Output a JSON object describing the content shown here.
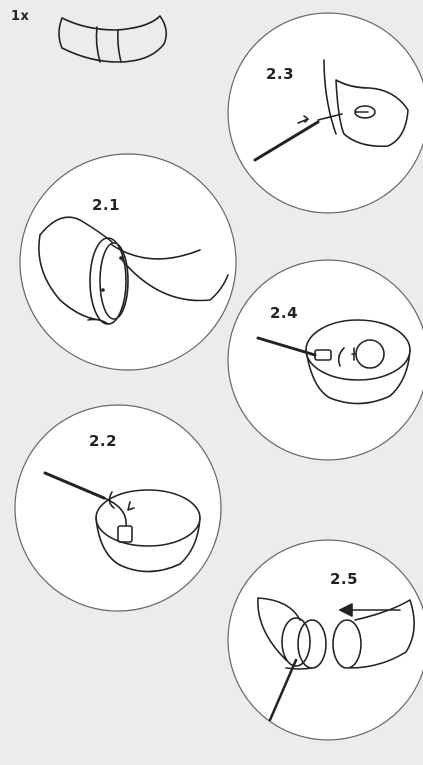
{
  "quantity_label": "1x",
  "steps": [
    {
      "id": "2.1",
      "label": "2.1"
    },
    {
      "id": "2.2",
      "label": "2.2"
    },
    {
      "id": "2.3",
      "label": "2.3"
    },
    {
      "id": "2.4",
      "label": "2.4"
    },
    {
      "id": "2.5",
      "label": "2.5"
    }
  ],
  "colors": {
    "background": "#ececec",
    "circle_fill": "#ffffff",
    "line": "#222222"
  }
}
